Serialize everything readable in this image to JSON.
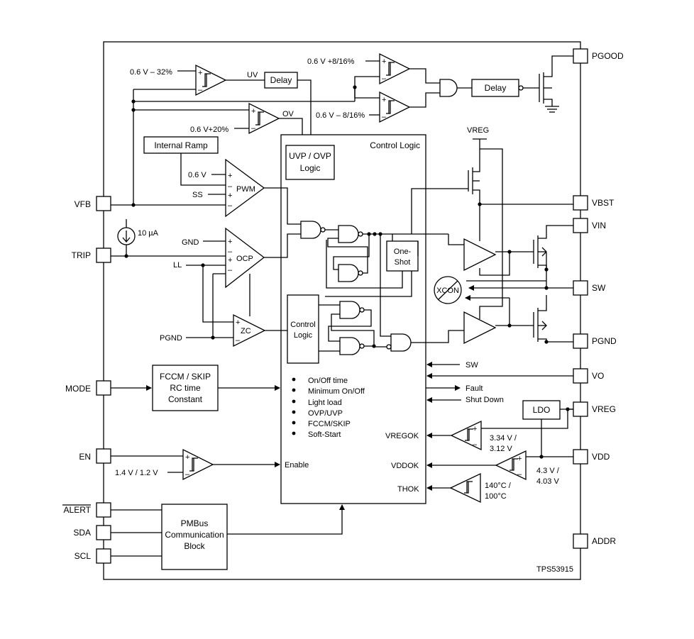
{
  "chip": {
    "part_number": "TPS53915",
    "colors": {
      "line": "#000000",
      "background": "#ffffff"
    }
  },
  "pins": {
    "left": [
      "VFB",
      "TRIP",
      "MODE",
      "EN",
      "ALERT",
      "SDA",
      "SCL"
    ],
    "right": [
      "PGOOD",
      "VBST",
      "VIN",
      "SW",
      "PGND",
      "VO",
      "VREG",
      "VDD",
      "ADDR"
    ]
  },
  "blocks": {
    "delay_uv": "Delay",
    "delay_pgood": "Delay",
    "uvp_ovp_logic_1": "UVP / OVP",
    "uvp_ovp_logic_2": "Logic",
    "control_logic_title": "Control Logic",
    "internal_ramp": "Internal Ramp",
    "one_shot_1": "One-",
    "one_shot_2": "Shot",
    "inner_control_logic_1": "Control",
    "inner_control_logic_2": "Logic",
    "fccm_skip_1": "FCCM / SKIP",
    "fccm_skip_2": "RC time",
    "fccm_skip_3": "Constant",
    "pmbus_1": "PMBus",
    "pmbus_2": "Communication",
    "pmbus_3": "Block",
    "ldo": "LDO",
    "xcon": "XCON"
  },
  "labels": {
    "uv_ref": "0.6 V – 32%",
    "uv": "UV",
    "ov": "OV",
    "ov_ref": "0.6 V+20%",
    "pg_high_ref": "0.6 V +8/16%",
    "pg_low_ref": "0.6 V – 8/16%",
    "vreg_top": "VREG",
    "pwm_ref": "0.6 V",
    "ss": "SS",
    "pwm": "PWM",
    "current_source": "10 µA",
    "gnd": "GND",
    "ocp": "OCP",
    "ll": "LL",
    "pgnd_in": "PGND",
    "zc": "ZC",
    "sw_in": "SW",
    "fault": "Fault",
    "shut_down": "Shut Down",
    "vregok": "VREGOK",
    "vddok": "VDDOK",
    "thok": "THOK",
    "enable": "Enable",
    "en_thresh": "1.4 V / 1.2 V",
    "vreg_thresh_1": "3.34 V /",
    "vreg_thresh_2": "3.12 V",
    "vdd_thresh_1": "4.3 V /",
    "vdd_thresh_2": "4.03 V",
    "temp_thresh_1": "140°C /",
    "temp_thresh_2": "100°C",
    "plus": "+",
    "minus": "–"
  },
  "features": [
    "On/Off time",
    "Minimum On/Off",
    "Light load",
    "OVP/UVP",
    "FCCM/SKIP",
    "Soft-Start"
  ]
}
